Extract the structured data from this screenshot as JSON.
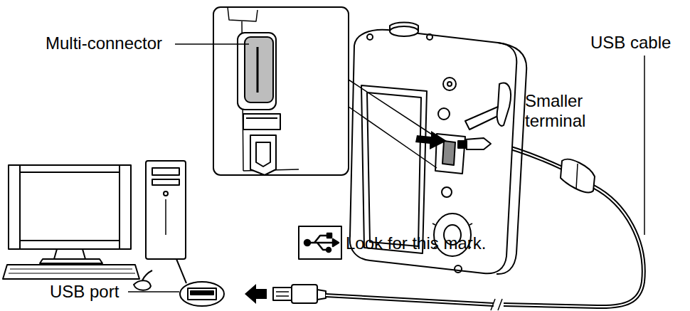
{
  "diagram": {
    "labels": [
      "Multi-connector",
      "USB cable",
      "Smaller terminal",
      "Look for this mark.",
      "USB port"
    ]
  }
}
